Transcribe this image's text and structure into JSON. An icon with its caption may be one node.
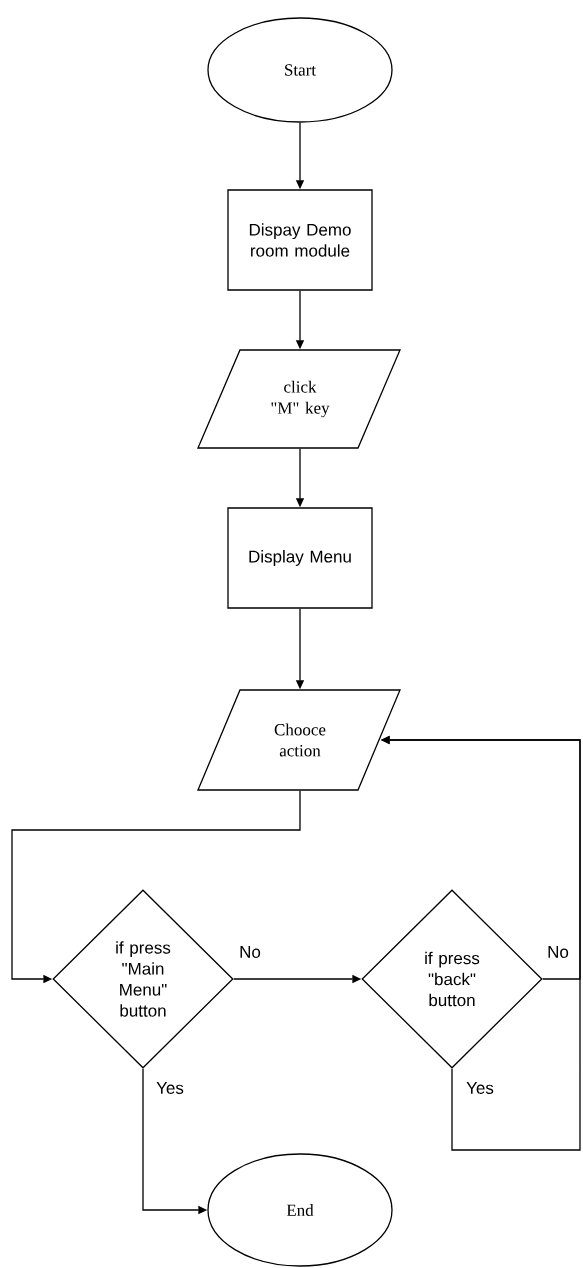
{
  "diagram": {
    "nodes": [
      {
        "text": [
          "Start"
        ]
      },
      {
        "text": [
          "Dispay Demo room module"
        ]
      },
      {
        "text": [
          "click \"M\" key"
        ]
      },
      {
        "text": [
          "Display Menu"
        ]
      },
      {
        "text": [
          "Chooce action"
        ]
      },
      {
        "text": [
          "if press \"Main Menu\" button"
        ]
      },
      {
        "text": [
          "if press \"back\" button"
        ]
      },
      {
        "text": [
          "End"
        ]
      }
    ],
    "edges": [
      {
        "from": 0,
        "to": 1,
        "arrow": "to"
      },
      {
        "from": 1,
        "to": 2,
        "arrow": "to"
      },
      {
        "from": 2,
        "to": 3,
        "arrow": "to"
      },
      {
        "from": 3,
        "to": 4,
        "arrow": "to"
      },
      {
        "from": 4,
        "to": 5,
        "arrow": "to"
      },
      {
        "from": 5,
        "to": 6,
        "arrow": "to",
        "label": "No"
      },
      {
        "from": 5,
        "to": 7,
        "arrow": "to",
        "label": "Yes"
      },
      {
        "from": 6,
        "to": 4,
        "arrow": "to",
        "label": "No"
      },
      {
        "from": 6,
        "to": 4,
        "arrow": "to",
        "label": "Yes"
      }
    ]
  }
}
